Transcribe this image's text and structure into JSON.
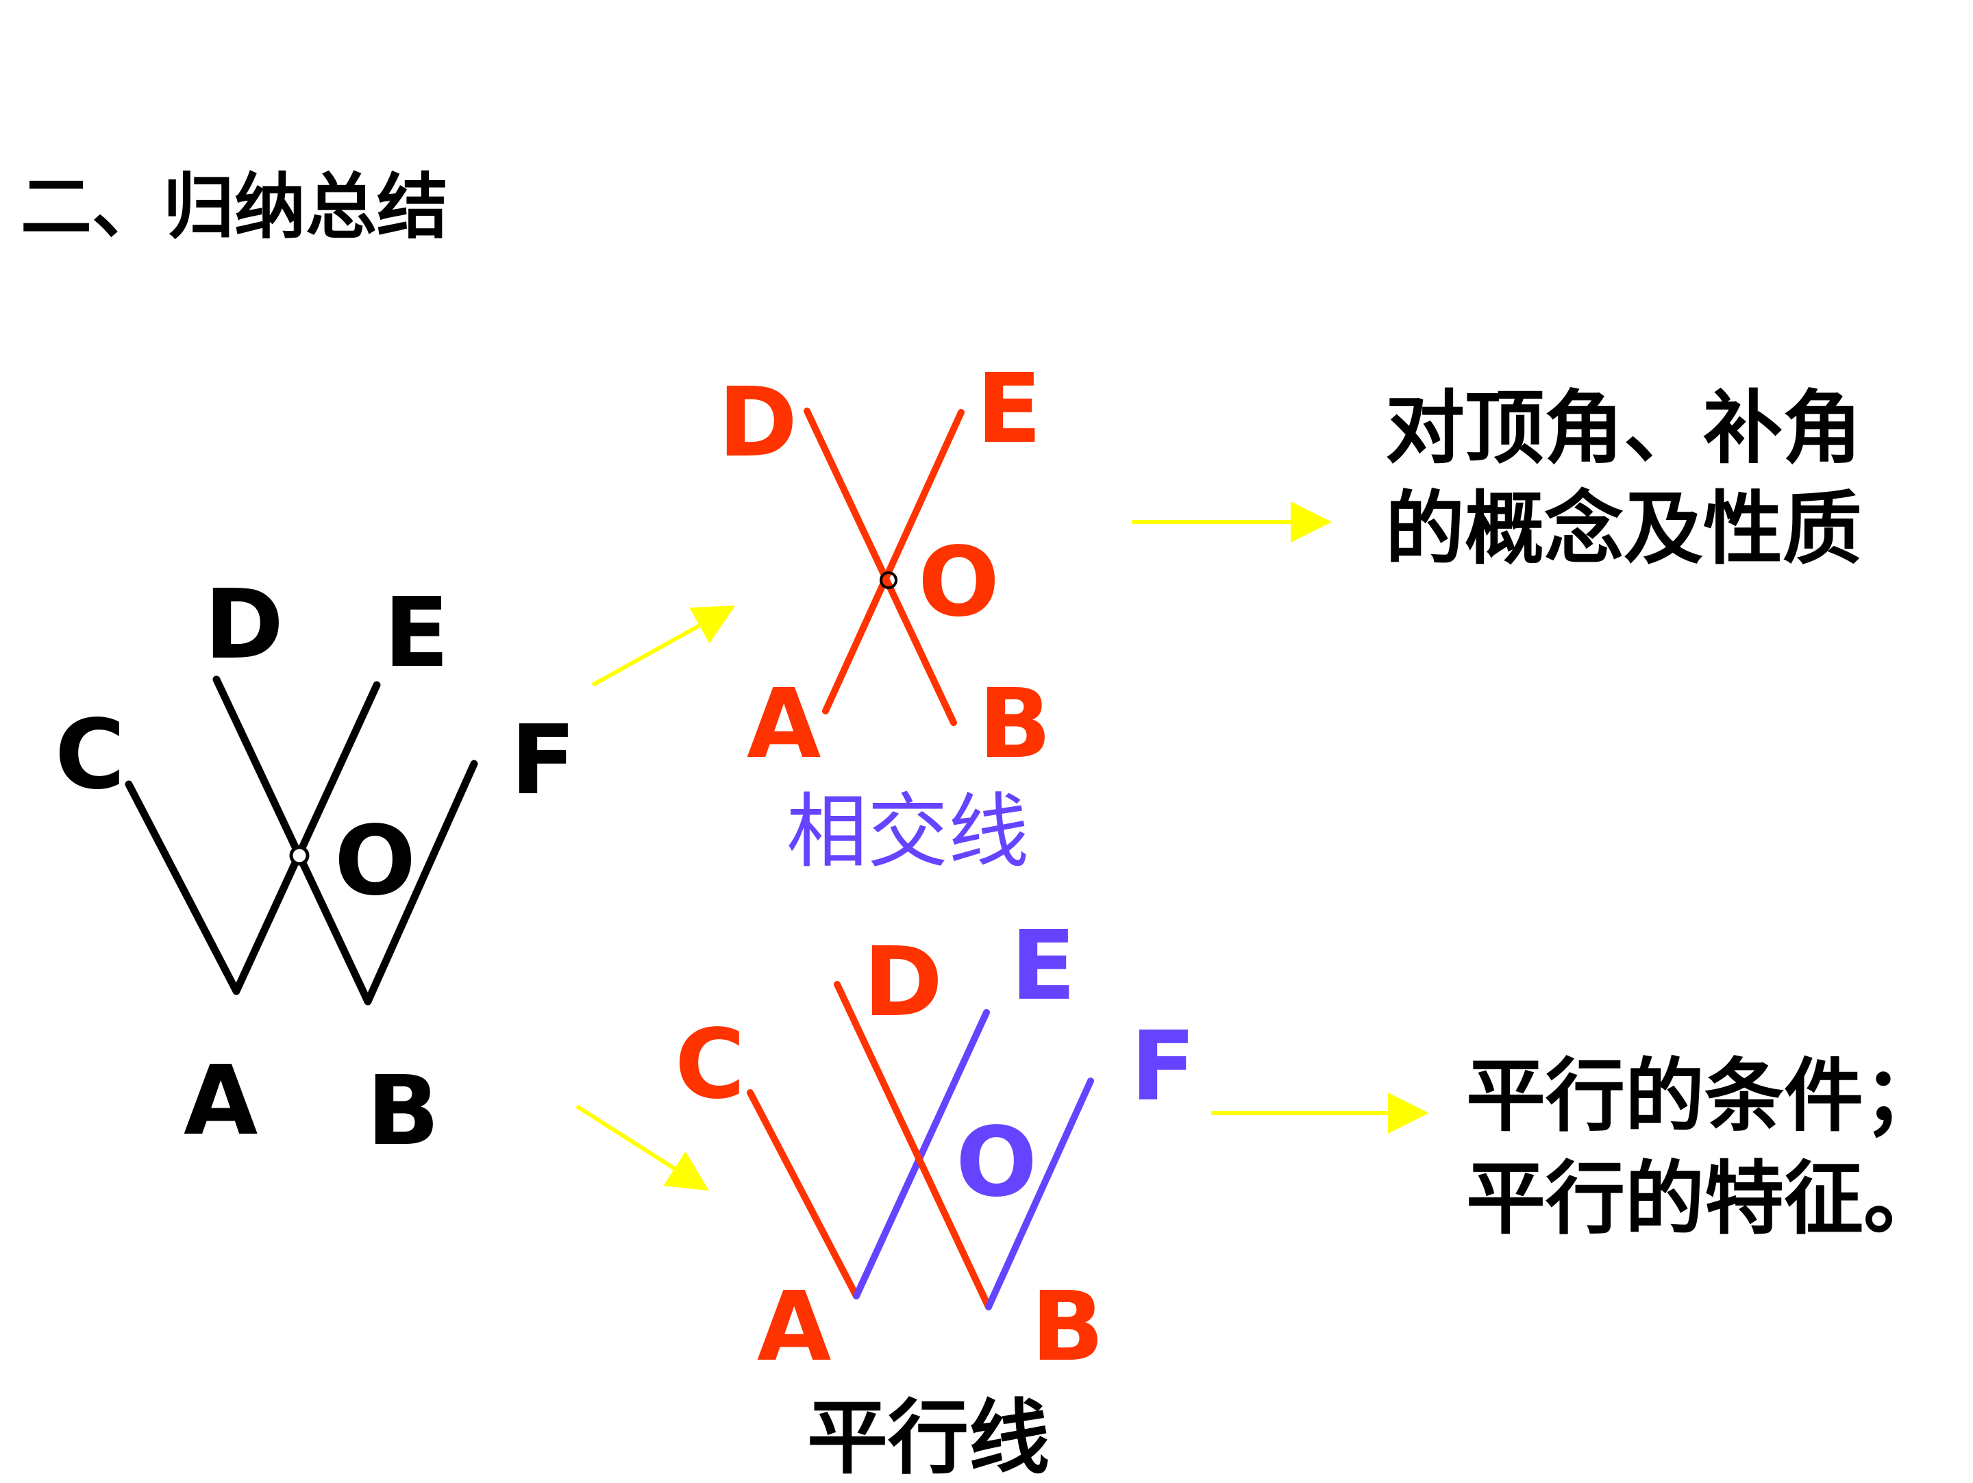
{
  "heading": "二、归纳总结",
  "colors": {
    "black": "#000000",
    "red": "#ff3300",
    "purple": "#6644ff",
    "yellow": "#ffff00"
  },
  "figure_main": {
    "labels": {
      "c": "C",
      "d": "D",
      "e": "E",
      "f": "F",
      "o": "O",
      "a": "A",
      "b": "B"
    }
  },
  "figure_intersecting": {
    "labels": {
      "d": "D",
      "e": "E",
      "o": "O",
      "a": "A",
      "b": "B"
    },
    "caption": "相交线"
  },
  "figure_parallel": {
    "labels": {
      "c": "C",
      "d": "D",
      "e": "E",
      "f": "F",
      "o": "O",
      "a": "A",
      "b": "B"
    },
    "caption": "平行线"
  },
  "summary_intersecting": {
    "line1": "对顶角、补角",
    "line2": "的概念及性质"
  },
  "summary_parallel": {
    "line1": "平行的条件；",
    "line2": "平行的特征。"
  }
}
